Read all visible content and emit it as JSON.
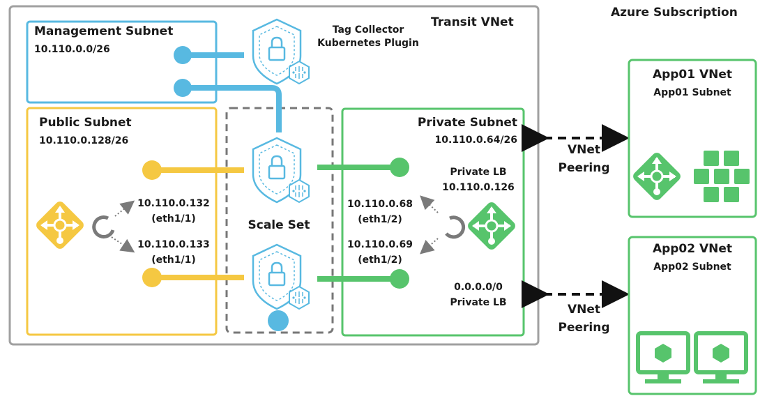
{
  "colors": {
    "blue": "#58b9e1",
    "yellow": "#f5c842",
    "green": "#57c46c",
    "gray": "#a0a0a0",
    "dashed_gray": "#777777",
    "text": "#1a1a1a"
  },
  "subscription": {
    "title": "Azure Subscription"
  },
  "transit_vnet": {
    "title": "Transit VNet",
    "management_subnet": {
      "title": "Management Subnet",
      "cidr": "10.110.0.0/26"
    },
    "tag_collector": {
      "line1": "Tag Collector",
      "line2": "Kubernetes Plugin"
    },
    "public_subnet": {
      "title": "Public Subnet",
      "cidr": "10.110.0.128/26",
      "interfaces": [
        {
          "ip": "10.110.0.132",
          "iface": "(eth1/1)"
        },
        {
          "ip": "10.110.0.133",
          "iface": "(eth1/1)"
        }
      ]
    },
    "scale_set": {
      "title": "Scale Set"
    },
    "private_subnet": {
      "title": "Private Subnet",
      "cidr": "10.110.0.64/26",
      "lb": {
        "line1": "Private LB",
        "line2": "10.110.0.126"
      },
      "route": {
        "line1": "0.0.0.0/0",
        "line2": "Private LB"
      },
      "interfaces": [
        {
          "ip": "10.110.0.68",
          "iface": "(eth1/2)"
        },
        {
          "ip": "10.110.0.69",
          "iface": "(eth1/2)"
        }
      ]
    }
  },
  "peerings": [
    {
      "line1": "VNet",
      "line2": "Peering"
    },
    {
      "line1": "VNet",
      "line2": "Peering"
    }
  ],
  "app01": {
    "title": "App01 VNet",
    "subnet": "App01 Subnet"
  },
  "app02": {
    "title": "App02 VNet",
    "subnet": "App02 Subnet"
  }
}
